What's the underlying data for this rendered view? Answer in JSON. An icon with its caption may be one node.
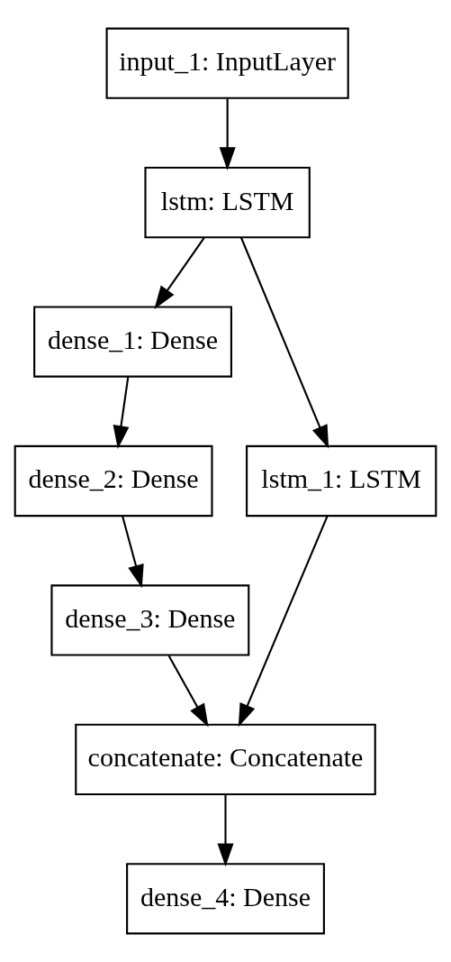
{
  "diagram": {
    "nodes": [
      {
        "text": [
          "input_1: InputLayer"
        ]
      },
      {
        "text": [
          "lstm: LSTM"
        ]
      },
      {
        "text": [
          "dense_1: Dense"
        ]
      },
      {
        "text": [
          "dense_2: Dense"
        ]
      },
      {
        "text": [
          "lstm_1: LSTM"
        ]
      },
      {
        "text": [
          "dense_3: Dense"
        ]
      },
      {
        "text": [
          "concatenate: Concatenate"
        ]
      },
      {
        "text": [
          "dense_4: Dense"
        ]
      }
    ],
    "edges": [
      {
        "from": 0,
        "to": 1,
        "arrow": "to"
      },
      {
        "from": 1,
        "to": 2,
        "arrow": "to"
      },
      {
        "from": 1,
        "to": 4,
        "arrow": "to"
      },
      {
        "from": 2,
        "to": 3,
        "arrow": "to"
      },
      {
        "from": 3,
        "to": 5,
        "arrow": "to"
      },
      {
        "from": 5,
        "to": 6,
        "arrow": "to"
      },
      {
        "from": 4,
        "to": 6,
        "arrow": "to"
      },
      {
        "from": 6,
        "to": 7,
        "arrow": "to"
      }
    ]
  }
}
